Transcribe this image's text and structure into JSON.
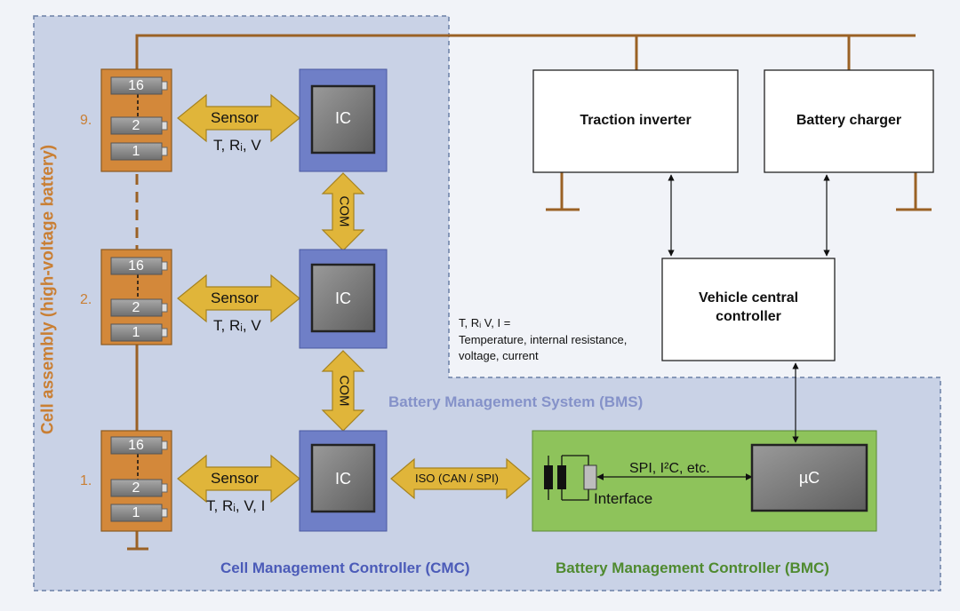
{
  "colors": {
    "bms_region": "#c9d2e6",
    "cell_orange": "#d3883a",
    "cmc_blue": "#6f7fc7",
    "bmc_green": "#8ec35b",
    "arrow_gold": "#e0b53a",
    "wire_brown": "#9a6125",
    "cmc_text": "#4b5bb8",
    "bmc_text": "#4f8a2f",
    "assembly_text": "#c97f34"
  },
  "assembly_label": "Cell assembly (high-voltage battery)",
  "modules": [
    {
      "index": "9.",
      "cells": [
        "16",
        "2",
        "1"
      ],
      "sensor_label": "Sensor",
      "sensor_vars": "T, Rᵢ, V",
      "ic_label": "IC"
    },
    {
      "index": "2.",
      "cells": [
        "16",
        "2",
        "1"
      ],
      "sensor_label": "Sensor",
      "sensor_vars": "T, Rᵢ, V",
      "ic_label": "IC"
    },
    {
      "index": "1.",
      "cells": [
        "16",
        "2",
        "1"
      ],
      "sensor_label": "Sensor",
      "sensor_vars": "T, Rᵢ, V, I",
      "ic_label": "IC"
    }
  ],
  "com_labels": [
    "COM",
    "COM"
  ],
  "iso_label": "ISO (CAN / SPI)",
  "interface_label": "Interface",
  "spi_label": "SPI, I²C, etc.",
  "uc_label": "µC",
  "traction_inverter": "Traction inverter",
  "battery_charger": "Battery charger",
  "vehicle_controller": [
    "Vehicle central",
    "controller"
  ],
  "legend": [
    "T, Rᵢ V, I =",
    "Temperature, internal resistance,",
    "voltage, current"
  ],
  "bms_title": "Battery Management System (BMS)",
  "cmc_title": "Cell Management Controller (CMC)",
  "bmc_title": "Battery Management Controller (BMC)"
}
